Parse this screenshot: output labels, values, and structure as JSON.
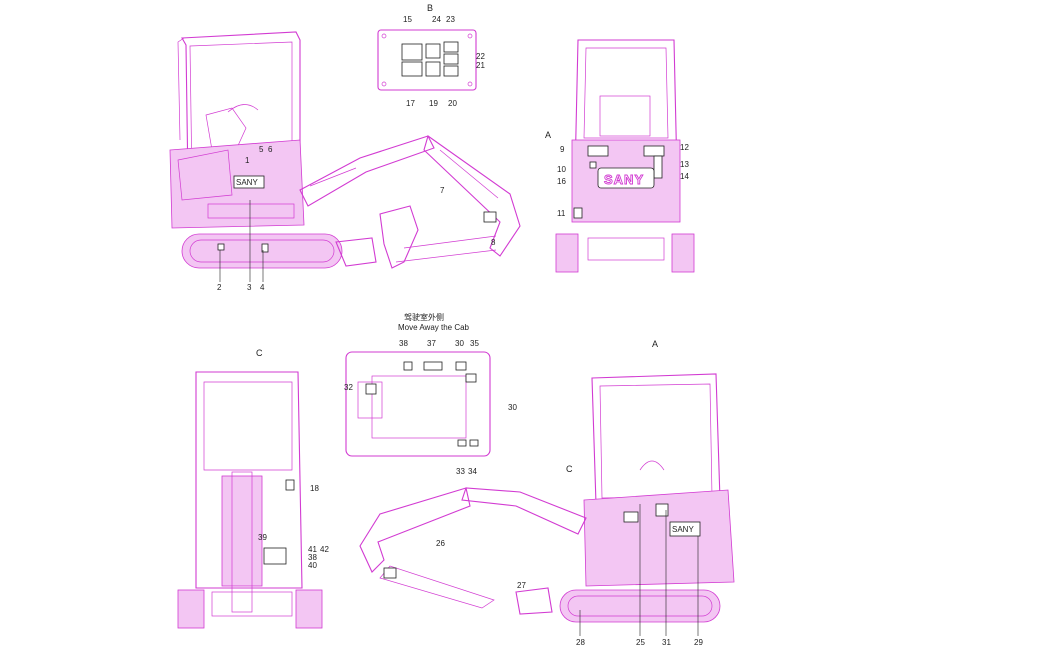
{
  "view_labels": {
    "b": "B",
    "a_top": "A",
    "c_left": "C",
    "a_bottom": "A",
    "c_small": "C"
  },
  "cab_caption": {
    "chinese": "驾驶室外侧",
    "english": "Move Away the Cab"
  },
  "brand_text": "SANY",
  "callouts": {
    "side_view": [
      "1",
      "5",
      "6",
      "7",
      "8",
      "2",
      "3",
      "4"
    ],
    "panel_b": [
      "15",
      "24",
      "23",
      "22",
      "21",
      "17",
      "19",
      "20"
    ],
    "rear_view": [
      "9",
      "12",
      "10",
      "13",
      "16",
      "14",
      "11"
    ],
    "cab_top": [
      "38",
      "37",
      "30",
      "35",
      "32",
      "30",
      "33",
      "34"
    ],
    "front_view": [
      "18",
      "39",
      "41",
      "42",
      "38",
      "40"
    ],
    "right_side": [
      "26",
      "27",
      "28",
      "25",
      "31",
      "29"
    ]
  },
  "colors": {
    "line": "#d23bd2",
    "text": "#222222",
    "background": "#ffffff"
  }
}
